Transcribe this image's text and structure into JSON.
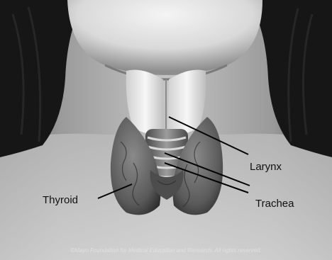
{
  "labels": {
    "larynx": "Larynx",
    "trachea": "Trachea",
    "thyroid": "Thyroid"
  },
  "credit": "©Mayo Foundation for Medical Education and Research. All rights reserved."
}
